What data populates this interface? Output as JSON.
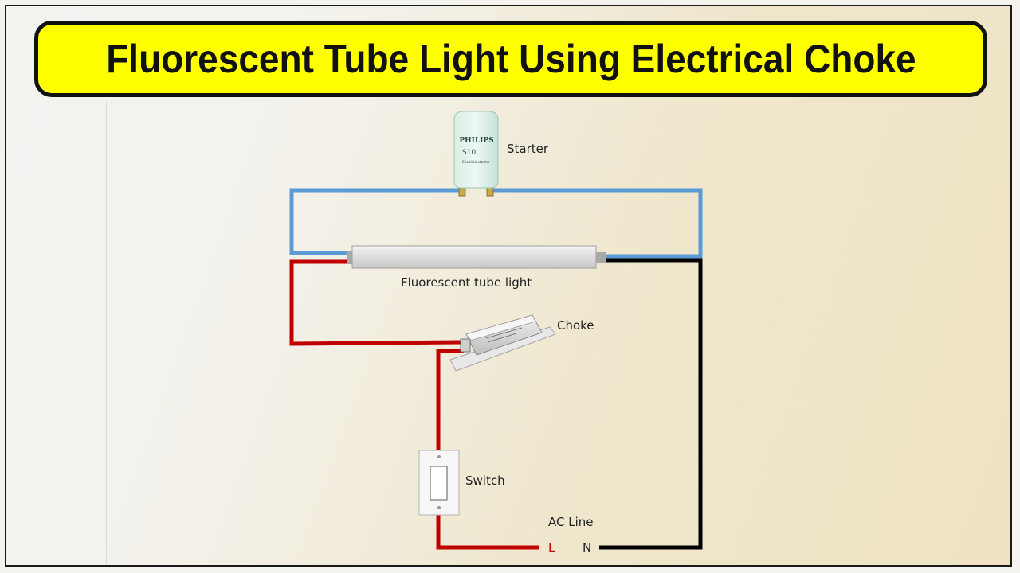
{
  "title": "Fluorescent Tube Light Using Electrical Choke",
  "starter": {
    "label": "Starter",
    "brand": "PHILIPS",
    "model": "S10",
    "subtext": "Ecoclick starter"
  },
  "tube": {
    "label": "Fluorescent tube light"
  },
  "choke": {
    "label": "Choke"
  },
  "switch": {
    "label": "Switch"
  },
  "ac_line": {
    "label": "AC Line",
    "live": "L",
    "neutral": "N"
  },
  "colors": {
    "banner": "#ffff00",
    "wire_blue": "#5b9bd5",
    "wire_red": "#c00000",
    "wire_black": "#000000"
  }
}
